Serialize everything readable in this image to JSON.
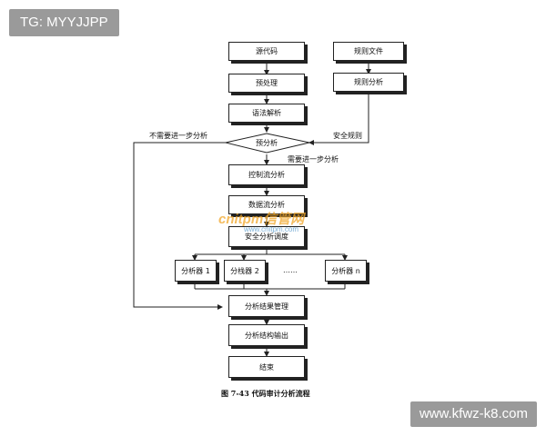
{
  "overlay": {
    "tag": "TG: MYYJJPP",
    "site": "www.kfwz-k8.com"
  },
  "diagram": {
    "nodes": {
      "source_code": "源代码",
      "preprocess": "预处理",
      "syntax_parse": "语法解析",
      "rule_file": "规则文件",
      "rule_analysis": "规则分析",
      "pre_analysis": "预分析",
      "control_flow": "控制流分析",
      "data_flow": "数据流分析",
      "security_schedule": "安全分析调度",
      "analyzer_1": "分析器 1",
      "analyzer_2": "分栈器 2",
      "analyzer_dots": "……",
      "analyzer_n": "分析器 n",
      "result_mgmt": "分析结果管理",
      "structure_output": "分析结构输出",
      "end": "结束"
    },
    "edge_labels": {
      "no_further": "不需要进一步分析",
      "security_rules": "安全规则",
      "need_further": "需要进一步分析"
    },
    "watermark": {
      "brand": "cnitpm信管网",
      "url": "www.cnitpm.com"
    },
    "caption": "图 7-43    代码审计分析流程"
  },
  "colors": {
    "line": "#222222",
    "watermark_orange": "#f0a528",
    "watermark_blue": "#5096c8",
    "overlay_gray": "#9a9a9a"
  }
}
